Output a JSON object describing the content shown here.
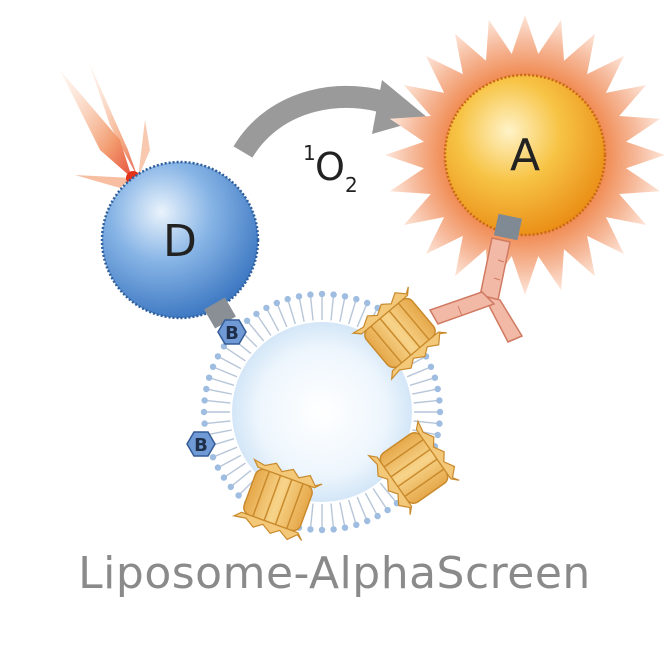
{
  "diagram": {
    "donor_label": "D",
    "acceptor_label": "A",
    "singlet_oxygen": {
      "superscript": "1",
      "element": "O",
      "subscript": "2"
    },
    "biotin_label": "B",
    "caption": "Liposome-AlphaScreen"
  },
  "colors": {
    "donor_bead": "#5b94d6",
    "acceptor_bead": "#f0a41c",
    "glow": "#e8602c",
    "arrow": "#9a9a9a",
    "liposome": "#dcebf8",
    "lipid_heads": "#9fbde0",
    "protein": "#f1c06a",
    "antibody": "#f0b3a0",
    "biotin": "#5f8fd0",
    "caption": "#8a8a8a"
  }
}
